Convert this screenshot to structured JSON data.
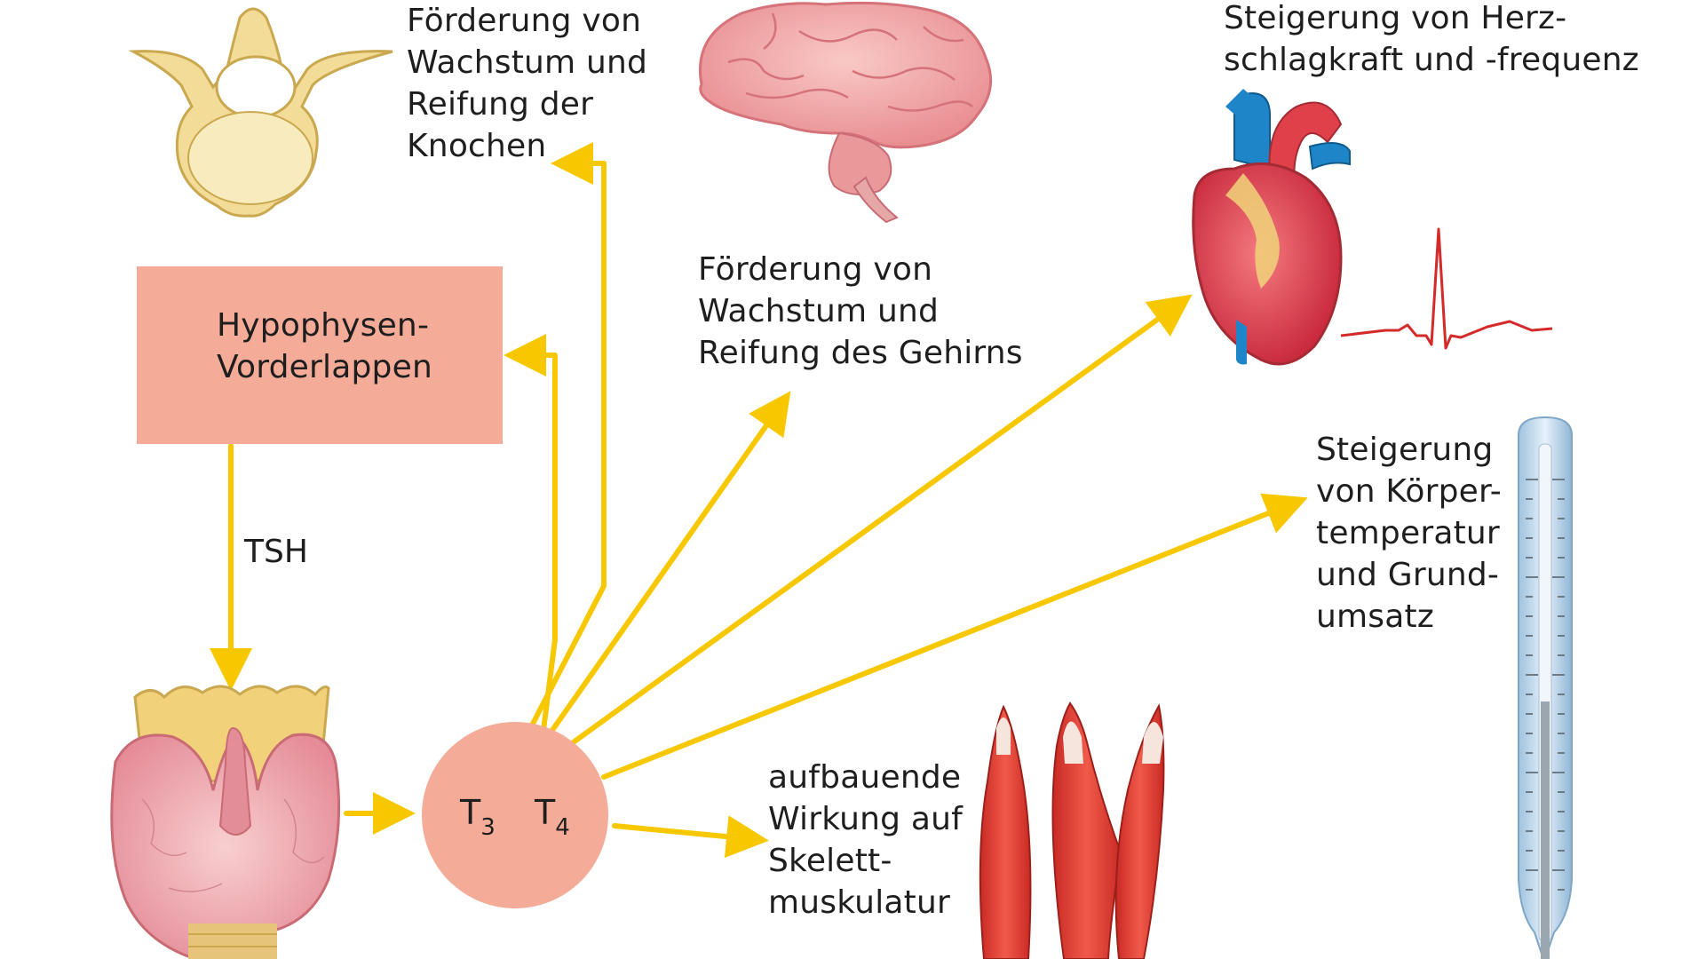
{
  "colors": {
    "arrow": "#f7c800",
    "box_fill": "#f4ac98",
    "bone": "#f2dc97",
    "brain": "#f0a0a2",
    "heart": "#e0404a",
    "vessel_blue": "#1e86c8",
    "muscle": "#e13a2f",
    "ecg": "#d42a2a",
    "thermometer_glass": "#c9dff0"
  },
  "icons": [
    "vertebra-icon",
    "brain-icon",
    "heart-icon",
    "ecg-trace-icon",
    "thermometer-icon",
    "thyroid-icon",
    "muscle-icon"
  ],
  "pituitary": {
    "lines": [
      "Hypophysen-",
      "Vorderlappen"
    ]
  },
  "tsh": "TSH",
  "hormones": {
    "t3_letter": "T",
    "t3_sub": "3",
    "t4_letter": "T",
    "t4_sub": "4"
  },
  "effects": {
    "bone": [
      "Förderung von",
      "Wachstum und",
      "Reifung der",
      "Knochen"
    ],
    "brain": [
      "Förderung von",
      "Wachstum und",
      "Reifung des Gehirns"
    ],
    "heart": [
      "Steigerung von Herz-",
      "schlagkraft und -frequenz"
    ],
    "temperature": [
      "Steigerung",
      "von Körper-",
      "temperatur",
      "und Grund-",
      "umsatz"
    ],
    "muscle": [
      "aufbauende",
      "Wirkung auf",
      "Skelett-",
      "muskulatur"
    ]
  }
}
